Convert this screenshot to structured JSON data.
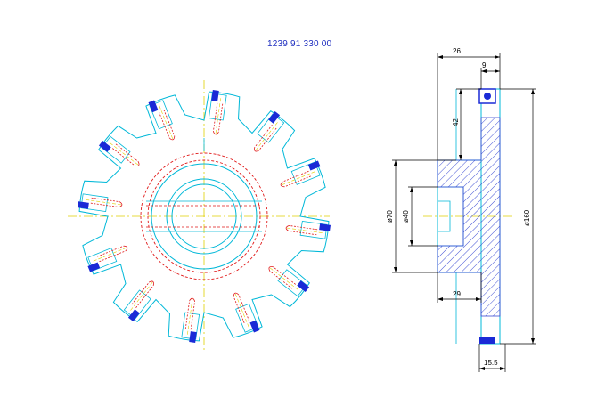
{
  "drawing": {
    "part_number": "1239 91 330 00",
    "teeth_count": 12,
    "colors": {
      "outline": "#00b8d8",
      "insert": "#1a2ad6",
      "centerline": "#e0d000",
      "hidden": "#e01818",
      "dimension": "#000000",
      "hatch": "#3040d0"
    },
    "dimensions": {
      "top_width": "26",
      "top_small": "9",
      "flange_height": "42",
      "bore_outer": "ø70",
      "bore_inner": "ø40",
      "hub_depth": "29",
      "overall_diameter": "ø160",
      "bottom_width": "15.5"
    }
  }
}
